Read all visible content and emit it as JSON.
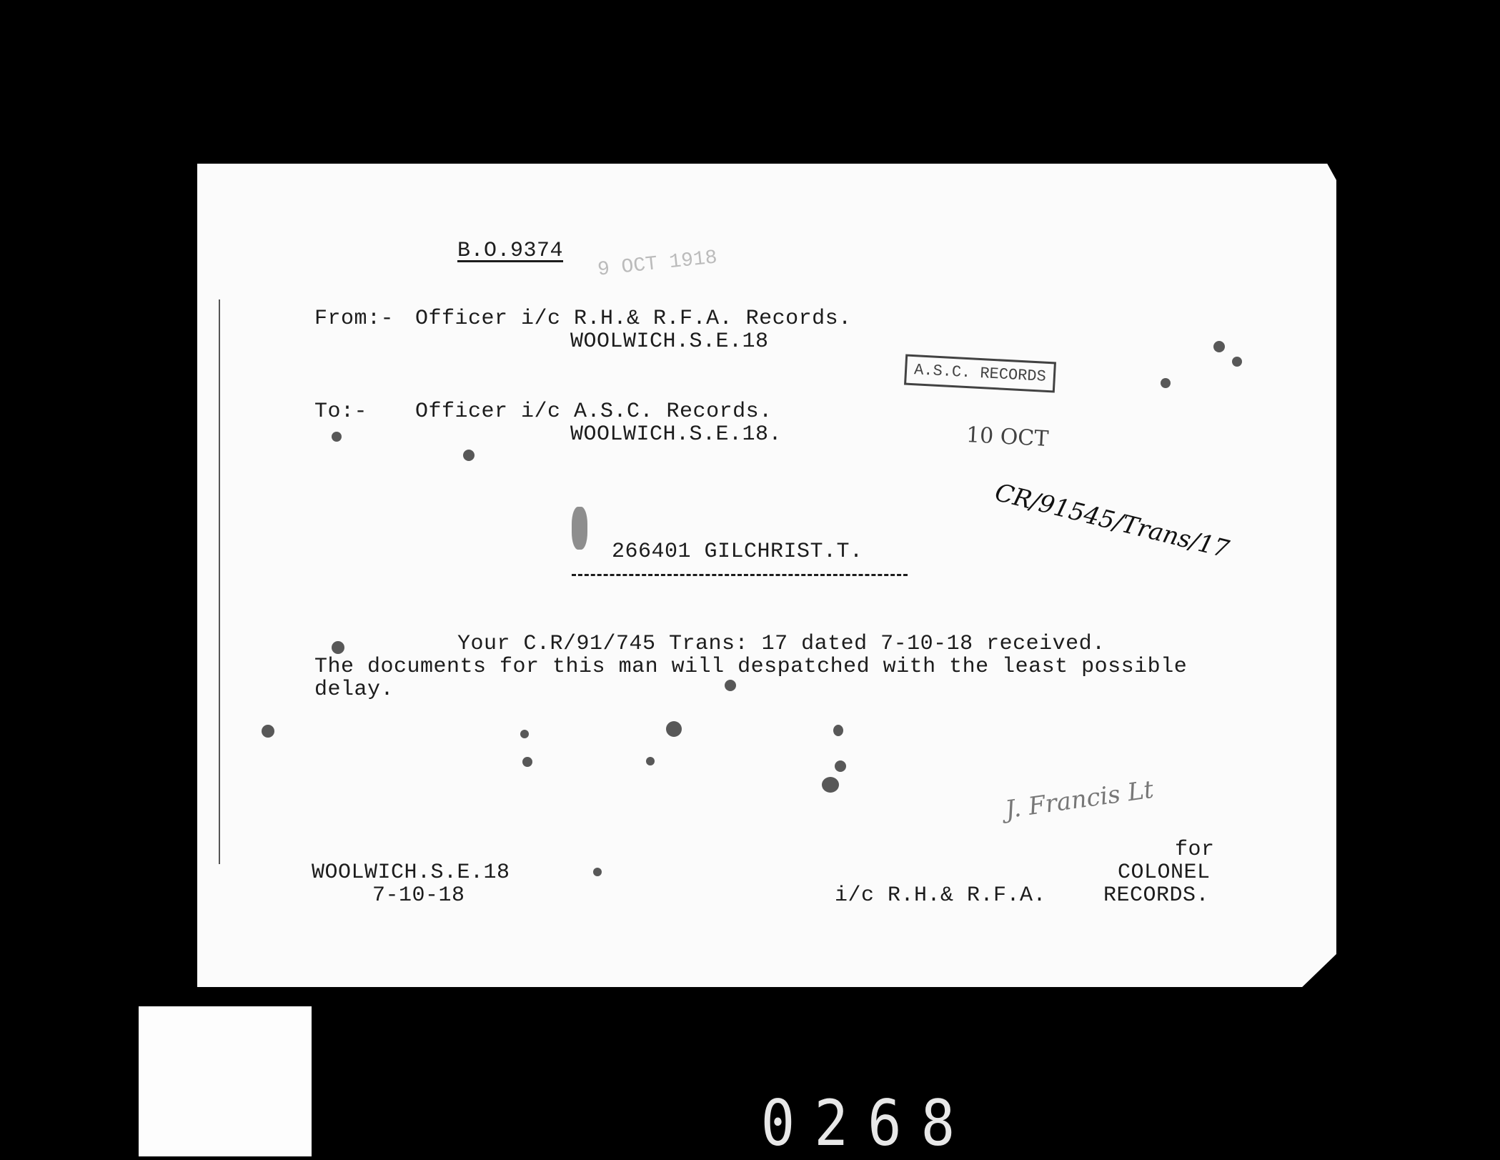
{
  "memo": {
    "reference": "B.O.9374",
    "from_label": "From:-",
    "from_line1": "Officer i/c R.H.& R.F.A. Records.",
    "from_line2": "WOOLWICH.S.E.18",
    "to_label": "To:-",
    "to_line1": "Officer i/c A.S.C. Records.",
    "to_line2": "WOOLWICH.S.E.18.",
    "subject": "266401 GILCHRIST.T.",
    "body_line1": "Your C.R/91/745 Trans: 17 dated 7-10-18 received.",
    "body_line2": "The documents for this man will despatched with the least possible",
    "body_line3": "delay.",
    "place": "WOOLWICH.S.E.18",
    "date": "7-10-18",
    "sign_for": "for",
    "sign_colonel": "COLONEL",
    "sign_unit": "i/c R.H.& R.F.A.",
    "sign_records": "RECORDS."
  },
  "stamps": {
    "received_date": "9 OCT 1918",
    "asc_stamp": "A.S.C. RECORDS",
    "asc_date": "10 OCT"
  },
  "handwriting": {
    "reference": "CR/91545/Trans/17",
    "signature": "J. Francis Lt"
  },
  "frame_number": "0268"
}
